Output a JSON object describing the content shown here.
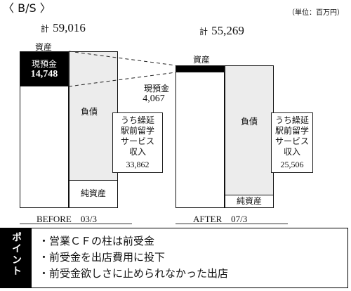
{
  "header": {
    "title": "〈 B/S 〉",
    "unit": "（単位：百万円）"
  },
  "before": {
    "total_prefix": "計",
    "total_value": "59,016",
    "assets_label": "資産",
    "cash_label": "現預金",
    "cash_value": "14,748",
    "liabilities_label": "負債",
    "callout_lines": [
      "うち繰延",
      "駅前留学",
      "サービス",
      "収入"
    ],
    "callout_value": "33,862",
    "net_assets_label": "純資産",
    "period_label": "BEFORE　03/3"
  },
  "after": {
    "total_prefix": "計",
    "total_value": "55,269",
    "assets_label": "資産",
    "cash_label_line1": "現預金",
    "cash_value": "4,067",
    "liabilities_label": "負債",
    "callout_lines": [
      "うち繰延",
      "駅前留学",
      "サービス",
      "収入"
    ],
    "callout_value": "25,506",
    "net_assets_label": "純資産",
    "period_label": "AFTER　07/3"
  },
  "point": {
    "tag": "ポイント",
    "items": [
      "・営業ＣＦの柱は前受金",
      "・前受金を出店費用に投下",
      "・前受金欲しさに止められなかった出店"
    ]
  },
  "colors": {
    "cash_fill": "#000000",
    "liabilities_fill": "#ececec",
    "point_tag_fill": "#000000"
  },
  "chart_data": [
    {
      "type": "bar",
      "title": "BEFORE 03/3",
      "total": 59016,
      "assets": {
        "cash": 14748,
        "other": 44268
      },
      "liabilities_and_equity": {
        "liabilities": null,
        "deferred_service_revenue": 33862,
        "net_assets": null
      }
    },
    {
      "type": "bar",
      "title": "AFTER 07/3",
      "total": 55269,
      "assets": {
        "cash": 4067,
        "other": 51202
      },
      "liabilities_and_equity": {
        "liabilities": null,
        "deferred_service_revenue": 25506,
        "net_assets": null
      }
    }
  ]
}
